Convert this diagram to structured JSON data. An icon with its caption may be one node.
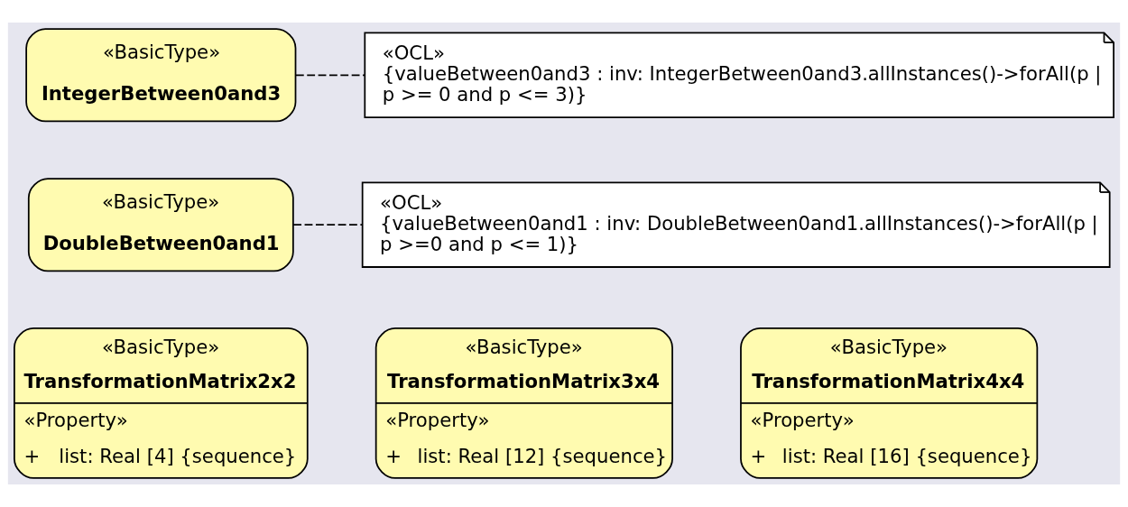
{
  "diagram": {
    "nodes": [
      {
        "text": [
          "«BasicType»",
          "IntegerBetween0and3"
        ]
      },
      {
        "text": [
          "«OCL»",
          "{valueBetween0and3 : inv: IntegerBetween0and3.allInstances()->forAll(p | p >= 0 and p <= 3)}"
        ]
      },
      {
        "text": [
          "«BasicType»",
          "DoubleBetween0and1"
        ]
      },
      {
        "text": [
          "«OCL»",
          "{valueBetween0and1 : inv: DoubleBetween0and1.allInstances()->forAll(p | p >=0 and p <= 1)}"
        ]
      },
      {
        "text": [
          "«BasicType»",
          "TransformationMatrix2x2",
          "«Property»",
          "+",
          "list: Real [4] {sequence}"
        ]
      },
      {
        "text": [
          "«BasicType»",
          "TransformationMatrix3x4",
          "«Property»",
          "+",
          "list: Real [12] {sequence}"
        ]
      },
      {
        "text": [
          "«BasicType»",
          "TransformationMatrix4x4",
          "«Property»",
          "+",
          "list: Real [16] {sequence}"
        ]
      }
    ],
    "edges": [
      {
        "from": 0,
        "to": 1,
        "arrow": "none",
        "style": "dashed"
      },
      {
        "from": 2,
        "to": 3,
        "arrow": "none",
        "style": "dashed"
      }
    ]
  }
}
